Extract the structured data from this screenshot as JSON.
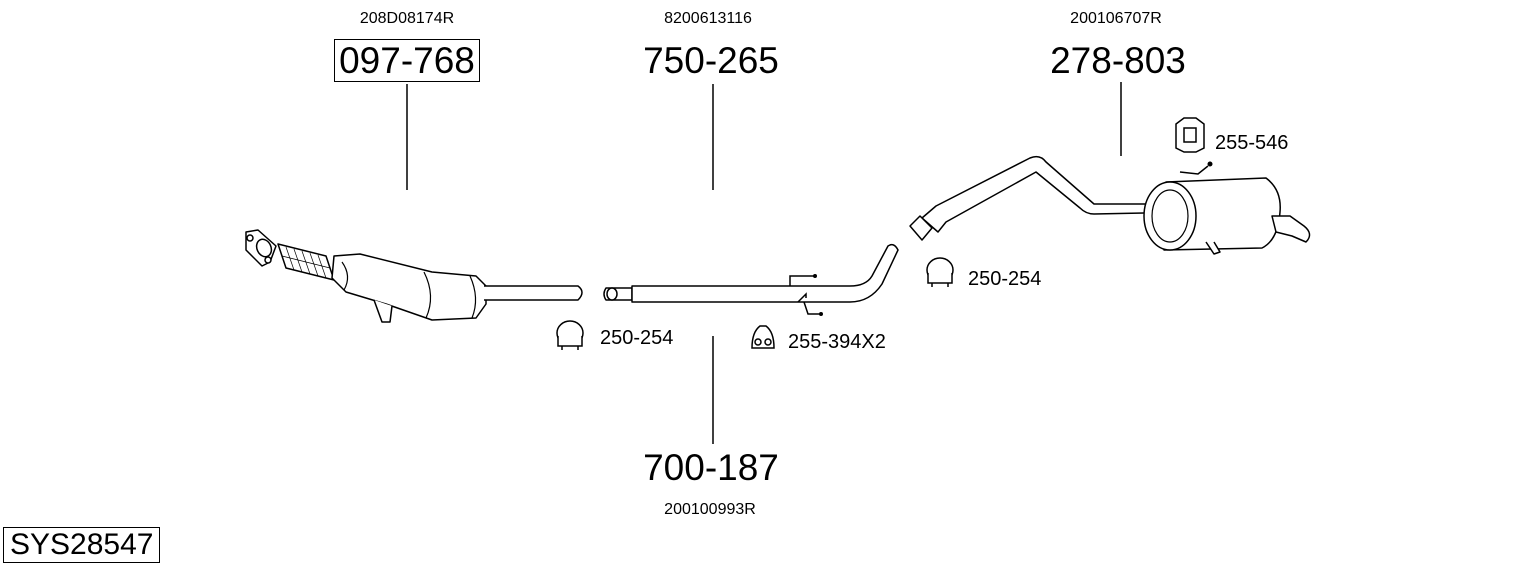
{
  "system_code": "SYS28547",
  "parts": {
    "front": {
      "part_number": "097-768",
      "oem": "208D08174R"
    },
    "center_upper": {
      "part_number": "750-265",
      "oem": "8200613116"
    },
    "center_lower": {
      "part_number": "700-187",
      "oem": "200100993R"
    },
    "rear": {
      "part_number": "278-803",
      "oem": "200106707R"
    }
  },
  "accessories": {
    "clamp_front": {
      "label": "250-254",
      "icon": "clamp-icon"
    },
    "hanger_center": {
      "label": "255-394X2",
      "icon": "rubber-hanger-icon"
    },
    "clamp_rear": {
      "label": "250-254",
      "icon": "clamp-icon"
    },
    "mount_rear": {
      "label": "255-546",
      "icon": "rubber-mount-icon"
    }
  }
}
